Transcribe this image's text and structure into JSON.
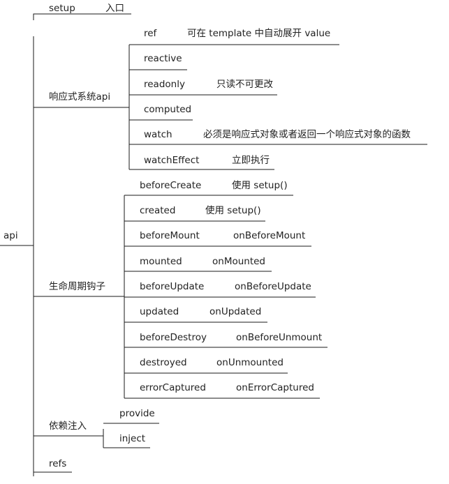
{
  "root": {
    "label": "api"
  },
  "branches": {
    "setup": {
      "label": "setup",
      "note": "入口"
    },
    "reactivity": {
      "label": "响应式系统api",
      "items": [
        {
          "label": "ref",
          "note": "可在  template 中自动展开 value"
        },
        {
          "label": "reactive",
          "note": ""
        },
        {
          "label": "readonly",
          "note": "只读不可更改"
        },
        {
          "label": "computed",
          "note": ""
        },
        {
          "label": "watch",
          "note": "必须是响应式对象或者返回一个响应式对象的函数"
        },
        {
          "label": "watchEffect",
          "note": "立即执行"
        }
      ]
    },
    "lifecycle": {
      "label": "生命周期钩子",
      "items": [
        {
          "label": "beforeCreate",
          "note": "使用 setup()"
        },
        {
          "label": "created",
          "note": "使用 setup()"
        },
        {
          "label": "beforeMount",
          "note": "onBeforeMount"
        },
        {
          "label": "mounted",
          "note": "onMounted"
        },
        {
          "label": "beforeUpdate",
          "note": "onBeforeUpdate"
        },
        {
          "label": "updated",
          "note": "onUpdated"
        },
        {
          "label": "beforeDestroy",
          "note": "onBeforeUnmount"
        },
        {
          "label": "destroyed",
          "note": "onUnmounted"
        },
        {
          "label": "errorCaptured",
          "note": "onErrorCaptured"
        }
      ]
    },
    "injection": {
      "label": "依赖注入",
      "items": [
        {
          "label": "provide"
        },
        {
          "label": "inject"
        }
      ]
    },
    "refs": {
      "label": "refs"
    }
  },
  "colors": {
    "line": "#1a1a1a",
    "text": "#222222"
  }
}
